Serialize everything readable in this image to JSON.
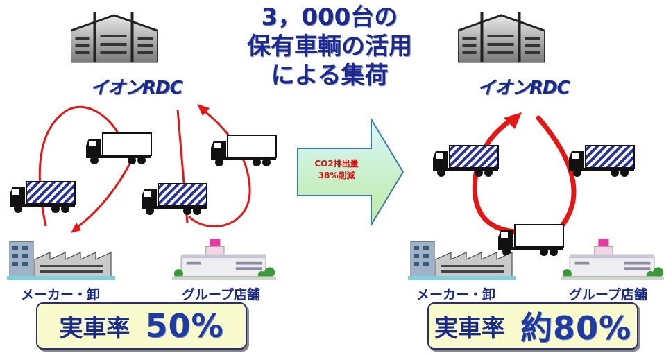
{
  "headline": {
    "line1": "3，000台の",
    "line2": "保有車輌の活用",
    "line3": "による集荷"
  },
  "left_panel": {
    "rdc_label": "イオンRDC",
    "maker_label": "メーカー・卸",
    "group_label": "グループ店舗",
    "rate_label": "実車率",
    "rate_value": "50%"
  },
  "center_arrow": {
    "line1": "CO2排出量",
    "line2": "38%削減"
  },
  "right_panel": {
    "rdc_label": "イオンRDC",
    "maker_label": "メーカー・卸",
    "group_label": "グループ店舗",
    "rate_label": "実車率",
    "rate_value": "約80%"
  },
  "colors": {
    "route": "#e81515",
    "label": "#1a2a8a",
    "rate_box": "#fafbcc",
    "arrow_top": "#d8f8ff",
    "arrow_bottom": "#bfe9a0"
  }
}
